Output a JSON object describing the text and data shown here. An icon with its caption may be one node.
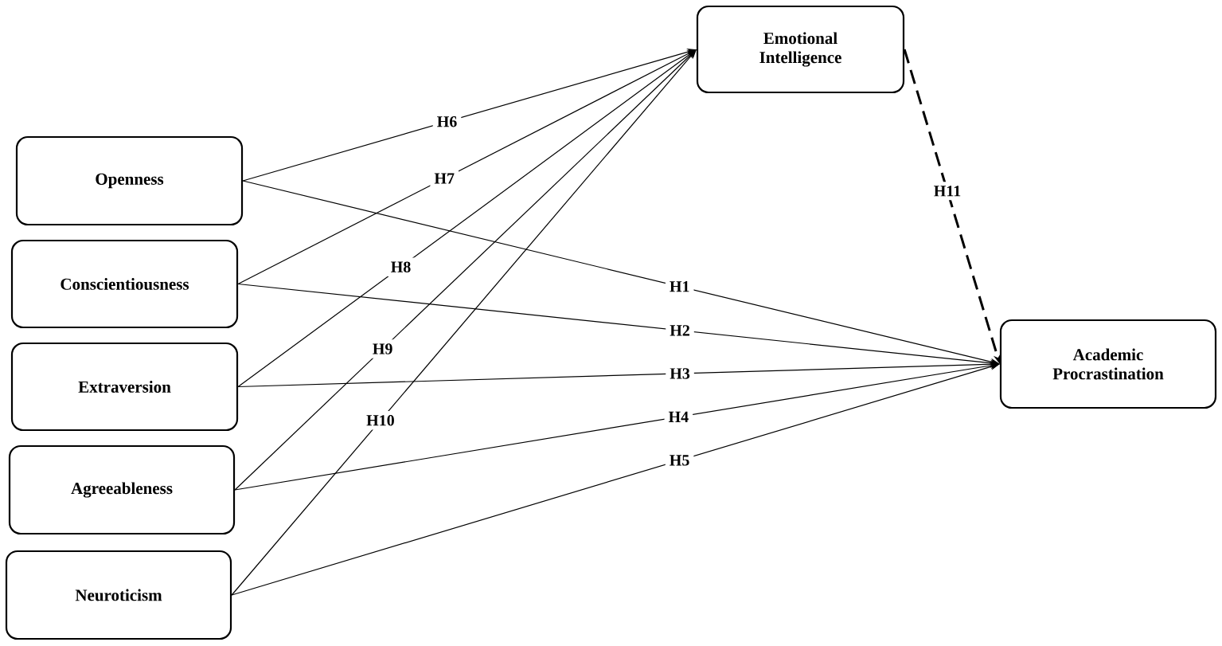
{
  "diagram": {
    "nodes": [
      {
        "text": [
          "Emotional Intelligence"
        ]
      },
      {
        "text": [
          "Openness"
        ]
      },
      {
        "text": [
          "Conscientiousness"
        ]
      },
      {
        "text": [
          "Extraversion"
        ]
      },
      {
        "text": [
          "Agreeableness"
        ]
      },
      {
        "text": [
          "Neuroticism"
        ]
      },
      {
        "text": [
          "Academic Procrastination"
        ]
      }
    ],
    "edges": [
      {
        "from": 1,
        "to": 6,
        "arrow": "to",
        "label": "H1"
      },
      {
        "from": 2,
        "to": 6,
        "arrow": "to",
        "label": "H2"
      },
      {
        "from": 3,
        "to": 6,
        "arrow": "to",
        "label": "H3"
      },
      {
        "from": 4,
        "to": 6,
        "arrow": "to",
        "label": "H4"
      },
      {
        "from": 5,
        "to": 6,
        "arrow": "to",
        "label": "H5"
      },
      {
        "from": 1,
        "to": 0,
        "arrow": "to",
        "label": "H6"
      },
      {
        "from": 2,
        "to": 0,
        "arrow": "to",
        "label": "H7"
      },
      {
        "from": 3,
        "to": 0,
        "arrow": "to",
        "label": "H8"
      },
      {
        "from": 4,
        "to": 0,
        "arrow": "to",
        "label": "H9"
      },
      {
        "from": 5,
        "to": 0,
        "arrow": "to",
        "label": "H10"
      },
      {
        "from": 0,
        "to": 6,
        "arrow": "to",
        "label": "H11",
        "style": "dashed"
      }
    ]
  }
}
